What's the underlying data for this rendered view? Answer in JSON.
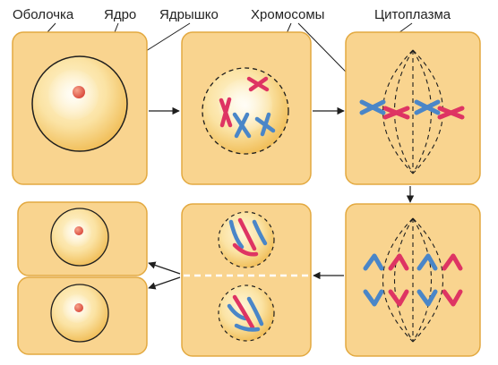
{
  "labels": {
    "membrane": "Оболочка",
    "nucleus": "Ядро",
    "nucleolus": "Ядрышко",
    "chromosomes": "Хромосомы",
    "cytoplasm": "Цитоплазма"
  },
  "colors": {
    "cell_fill": "#f9d48f",
    "cell_stroke": "#e3a940",
    "nucleus_outer": "#f2c25a",
    "nucleus_inner": "#fff3c8",
    "nucleolus": "#e2604a",
    "chromosome_red": "#de3463",
    "chromosome_blue": "#4a86c8",
    "line": "#1e1e1e"
  },
  "stages": [
    "interphase",
    "prophase",
    "metaphase",
    "anaphase",
    "telophase",
    "daughter-cells"
  ]
}
